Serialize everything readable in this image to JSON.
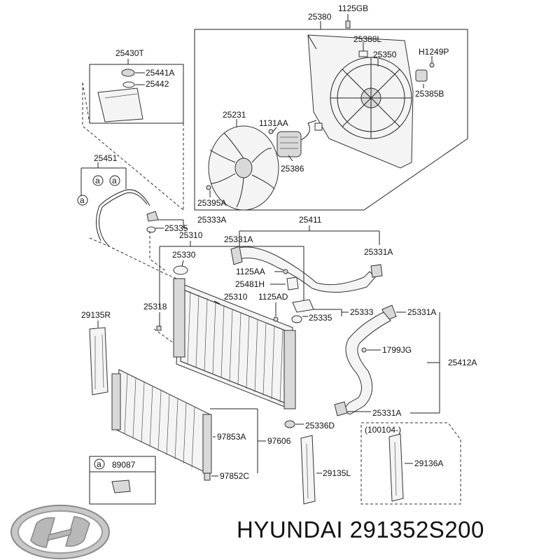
{
  "labels": {
    "p1125GB": "1125GB",
    "p25380": "25380",
    "p25388L": "25388L",
    "p25350": "25350",
    "pH1249P": "H1249P",
    "p25385B": "25385B",
    "p25430T": "25430T",
    "p25441A": "25441A",
    "p25442": "25442",
    "p25231": "25231",
    "p1131AA": "1131AA",
    "p25386": "25386",
    "p25395A": "25395A",
    "p25451": "25451",
    "p25333A": "25333A",
    "p25335_top": "25335",
    "p25310_top": "25310",
    "p25411": "25411",
    "p25331A_1": "25331A",
    "p25331A_2": "25331A",
    "p25330": "25330",
    "p1125AA": "1125AA",
    "p25481H": "25481H",
    "p1125AD": "1125AD",
    "p25333": "25333",
    "p25331A_3": "25331A",
    "p25318": "25318",
    "p25310": "25310",
    "p25335_mid": "25335",
    "p29135R": "29135R",
    "p1799JG": "1799JG",
    "p25412A": "25412A",
    "p25331A_4": "25331A",
    "p25336D": "25336D",
    "p97853A": "97853A",
    "p97606": "97606",
    "p89087": "89087",
    "p97852C": "97852C",
    "p29135L": "29135L",
    "p29136A": "29136A",
    "p100104": "(100104-)",
    "callout_a": "a"
  },
  "brand": {
    "caption": "HYUNDAI 291352S200"
  }
}
